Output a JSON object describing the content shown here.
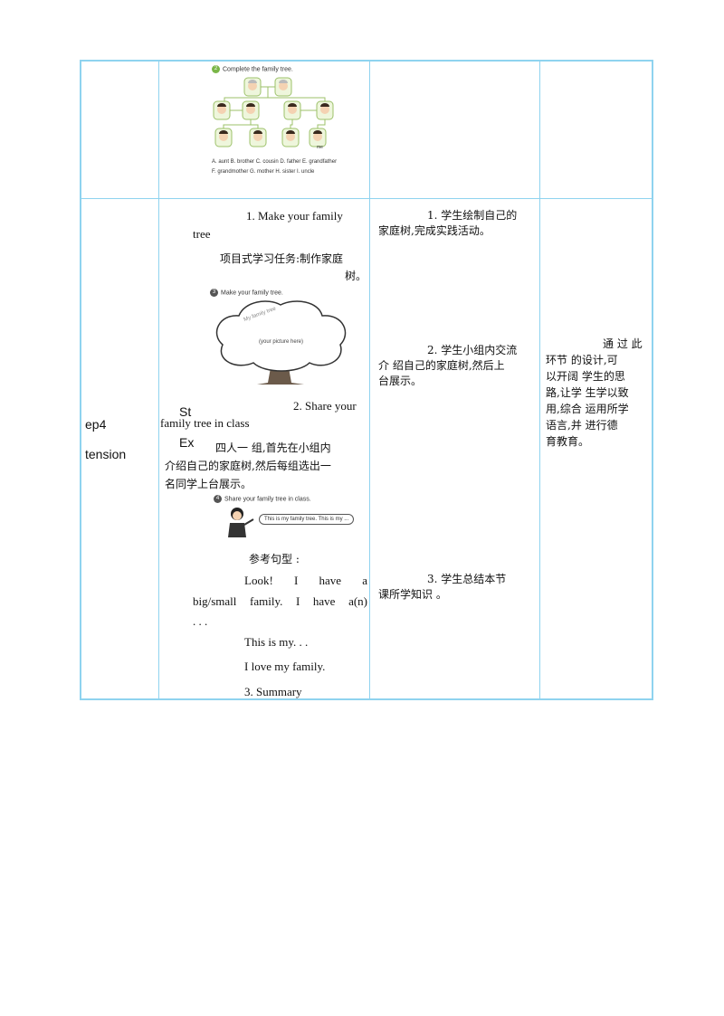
{
  "step": {
    "line1_right": "St",
    "line1_left": "ep4",
    "line2_right": "Ex",
    "line2_left": "tension"
  },
  "fig1": {
    "title": "Complete the family tree.",
    "number": "2",
    "me_label": "me",
    "options_line1": "A. aunt  B. brother  C. cousin  D. father  E. grandfather",
    "options_line2": "F. grandmother   G. mother   H. sister   I. uncle"
  },
  "activities": {
    "item1_a": "1. Make your  family",
    "item1_b": "tree",
    "task": "项目式学习任务:制作家庭",
    "task_end": "树。",
    "fig2_title": "Make your family tree.",
    "fig2_number": "3",
    "fig2_banner": "My family tree",
    "fig2_placeholder": "(your picture here)",
    "item2_a": "2. Share  your",
    "item2_b": "family  tree  in  class",
    "group_1": "四人一  组,首先在小组内",
    "group_2": "介绍自己的家庭树,然后每组选出一",
    "group_3": "名同学上台展示。",
    "fig3_title": "Share your family tree in class.",
    "fig3_number": "4",
    "fig3_bubble": "This is my family tree. This is my ...",
    "ref_label": "参考句型 :",
    "ref_1a": "Look!   I   have   a",
    "ref_1b": "big/small   family.   I   have   a(n)",
    "ref_1c": ". . .",
    "ref_2": "This is my. . .",
    "ref_3": "I love my  family.",
    "item3": "3. Summary"
  },
  "student": {
    "s1_a": "1. 学生绘制自己的",
    "s1_b": "家庭树,完成实践活动。",
    "s2_a": "2. 学生小组内交流",
    "s2_b": "介  绍自己的家庭树,然后上",
    "s2_c": "台展示。",
    "s3_a": "3. 学生总结本节",
    "s3_b": "课所学知识  。"
  },
  "intent": {
    "l1": "通 过 此",
    "l2": "环节   的设计,可",
    "l3": "以开阔  学生的思",
    "l4": "路,让学  生学以致",
    "l5": "用,综合 运用所学",
    "l6": "语言,并  进行德",
    "l7": "育教育。"
  }
}
